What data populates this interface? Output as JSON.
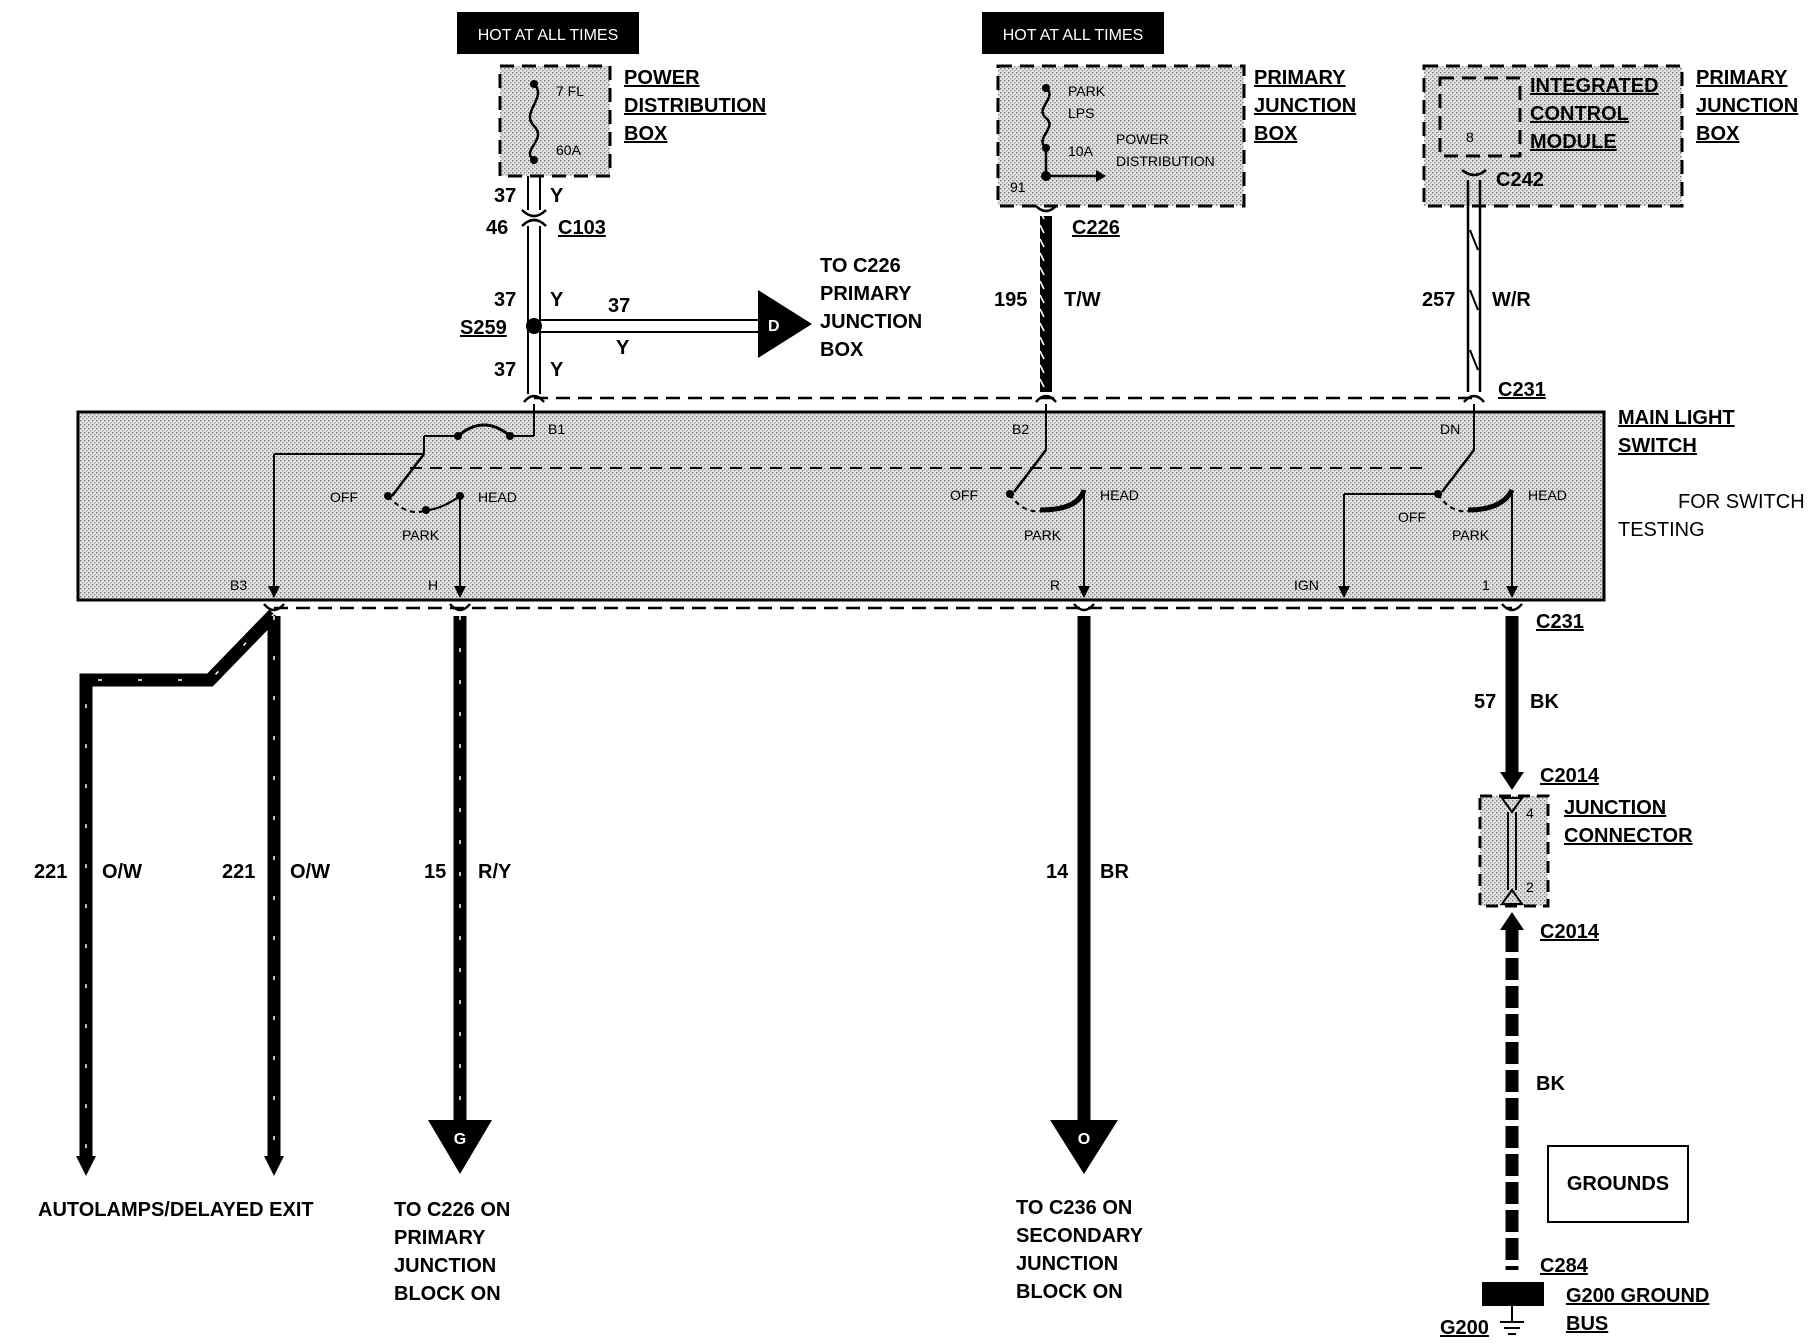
{
  "hot_labels": [
    "HOT AT ALL TIMES",
    "HOT AT ALL TIMES"
  ],
  "pdb": {
    "title": [
      "POWER",
      "DISTRIBUTION",
      "BOX"
    ],
    "fuse_id": "7 FL",
    "fuse_rating": "60A"
  },
  "pjb1": {
    "title": [
      "PRIMARY",
      "JUNCTION",
      "BOX"
    ],
    "item1": "PARK",
    "item2": "LPS",
    "rating": "10A",
    "pd": [
      "POWER",
      "DISTRIBUTION"
    ],
    "pin": "91"
  },
  "pjb2": {
    "title": [
      "PRIMARY",
      "JUNCTION",
      "BOX"
    ],
    "icm": [
      "INTEGRATED",
      "CONTROL",
      "MODULE"
    ],
    "pin": "8"
  },
  "connectors": {
    "c103": "C103",
    "c226": "C226",
    "c242": "C242",
    "s259": "S259",
    "c231_top": "C231",
    "c231_bot": "C231",
    "c2014_top": "C2014",
    "c2014_bot": "C2014",
    "c284": "C284"
  },
  "wires": {
    "w37a": "37",
    "w37a_c": "Y",
    "w46": "46",
    "w37b": "37",
    "w37b_c": "Y",
    "w37c": "37",
    "w37c_c": "Y",
    "w37d": "37",
    "w37d_c": "Y",
    "w195": "195",
    "w195_c": "T/W",
    "w257": "257",
    "w257_c": "W/R",
    "w57": "57",
    "w57_c": "BK",
    "w221a": "221",
    "w221a_c": "O/W",
    "w221b": "221",
    "w221b_c": "O/W",
    "w15": "15",
    "w15_c": "R/Y",
    "w14": "14",
    "w14_c": "BR",
    "bk": "BK"
  },
  "to_c226": [
    "TO C226",
    "PRIMARY",
    "JUNCTION",
    "BOX"
  ],
  "arrows": {
    "d": "D",
    "g": "G",
    "o": "O"
  },
  "switch": {
    "title": [
      "MAIN LIGHT",
      "SWITCH"
    ],
    "testing": [
      "FOR SWITCH",
      "TESTING"
    ],
    "b1": "B1",
    "b2": "B2",
    "dn": "DN",
    "b3": "B3",
    "h": "H",
    "r": "R",
    "ign": "IGN",
    "p1": "1",
    "off": "OFF",
    "head": "HEAD",
    "park": "PARK"
  },
  "junction": {
    "title": [
      "JUNCTION",
      "CONNECTOR"
    ],
    "pin4": "4",
    "pin2": "2"
  },
  "grounds_label": "GROUNDS",
  "ground_bus": {
    "title": [
      "G200  GROUND",
      "BUS"
    ],
    "g200": "G200"
  },
  "bottom_labels": {
    "autolamps": "AUTOLAMPS/DELAYED EXIT",
    "to_c226": [
      "TO C226 ON",
      "PRIMARY",
      "JUNCTION",
      "BLOCK ON"
    ],
    "to_c236": [
      "TO C236 ON",
      "SECONDARY",
      "JUNCTION",
      "BLOCK ON"
    ]
  }
}
